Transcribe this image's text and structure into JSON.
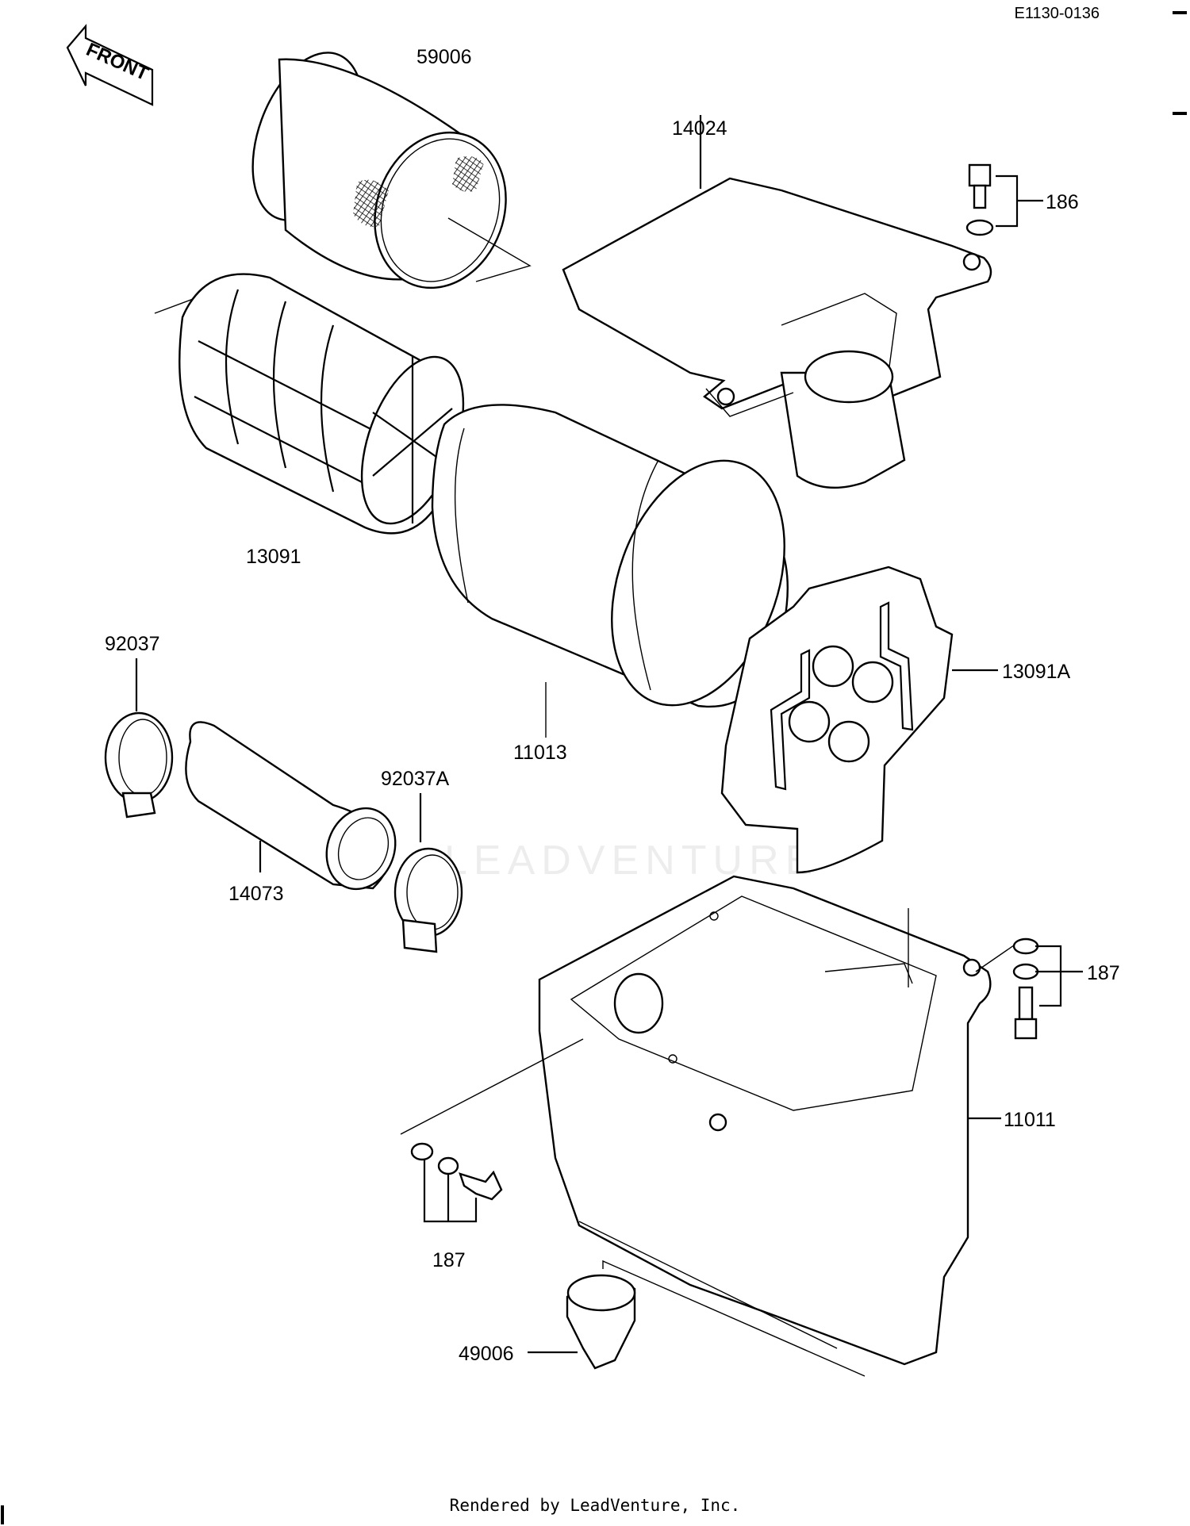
{
  "diagram_code": "E1130-0136",
  "front_indicator": "FRONT",
  "watermark": "LEADVENTURE",
  "footer": "Rendered by LeadVenture, Inc.",
  "callouts": [
    {
      "id": "59006",
      "label": "59006"
    },
    {
      "id": "14024",
      "label": "14024"
    },
    {
      "id": "186",
      "label": "186"
    },
    {
      "id": "13091",
      "label": "13091"
    },
    {
      "id": "13091A",
      "label": "13091A"
    },
    {
      "id": "11013",
      "label": "11013"
    },
    {
      "id": "92037",
      "label": "92037"
    },
    {
      "id": "92037A",
      "label": "92037A"
    },
    {
      "id": "14073",
      "label": "14073"
    },
    {
      "id": "187-right",
      "label": "187"
    },
    {
      "id": "11011",
      "label": "11011"
    },
    {
      "id": "187-bottom",
      "label": "187"
    },
    {
      "id": "49006",
      "label": "49006"
    }
  ]
}
